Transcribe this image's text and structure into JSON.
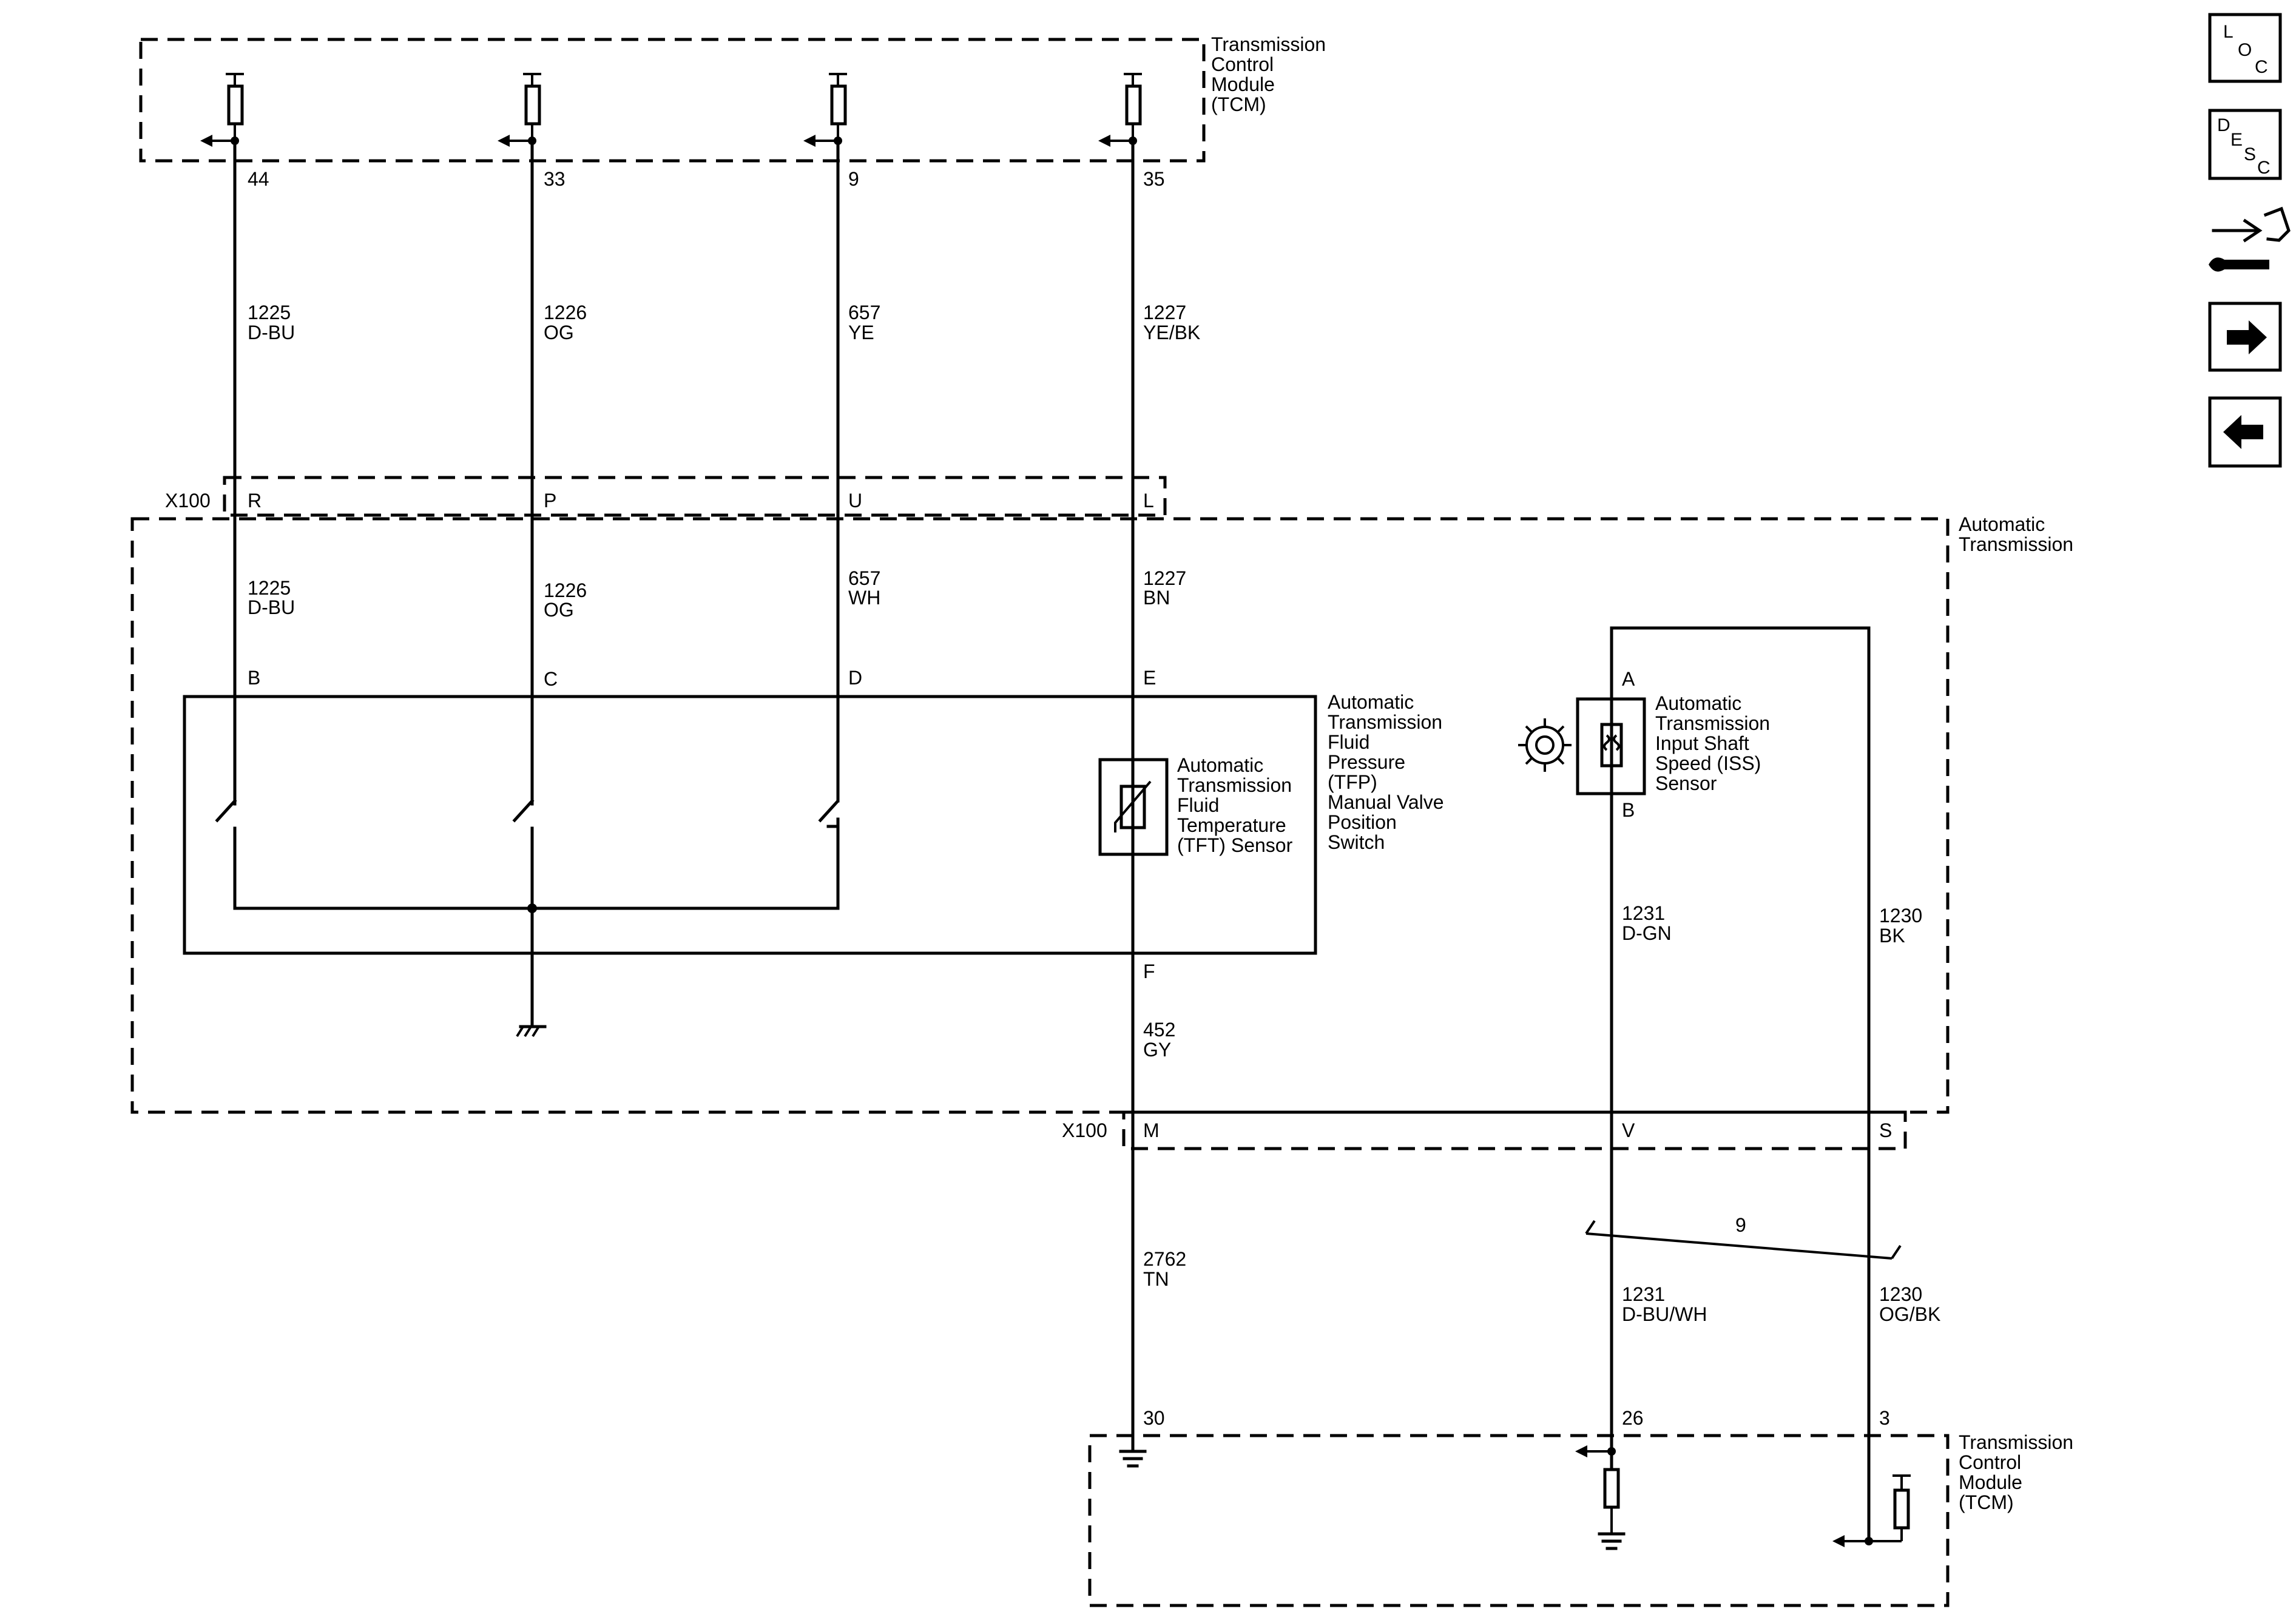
{
  "modules": {
    "tcm_top": {
      "name": [
        "Transmission",
        "Control",
        "Module",
        "(TCM)"
      ]
    },
    "tcm_bottom": {
      "name": [
        "Transmission",
        "Control",
        "Module",
        "(TCM)"
      ]
    },
    "auto_trans": {
      "name": [
        "Automatic",
        "Transmission"
      ]
    },
    "tfp_switch": {
      "name": [
        "Automatic",
        "Transmission",
        "Fluid",
        "Pressure",
        "(TFP)",
        "Manual Valve",
        "Position",
        "Switch"
      ]
    },
    "tft_sensor": {
      "name": [
        "Automatic",
        "Transmission",
        "Fluid",
        "Temperature",
        "(TFT) Sensor"
      ]
    },
    "iss_sensor": {
      "name": [
        "Automatic",
        "Transmission",
        "Input Shaft",
        "Speed (ISS)",
        "Sensor"
      ]
    }
  },
  "connectors": {
    "x100_top": "X100",
    "x100_bottom": "X100"
  },
  "tcm_top_pins": [
    "44",
    "33",
    "9",
    "35"
  ],
  "upper_wires": [
    {
      "circuit": "1225",
      "color": "D-BU"
    },
    {
      "circuit": "1226",
      "color": "OG"
    },
    {
      "circuit": "657",
      "color": "YE"
    },
    {
      "circuit": "1227",
      "color": "YE/BK"
    }
  ],
  "x100_top_pins": [
    "R",
    "P",
    "U",
    "L"
  ],
  "mid_wires": [
    {
      "circuit": "1225",
      "color": "D-BU"
    },
    {
      "circuit": "1226",
      "color": "OG"
    },
    {
      "circuit": "657",
      "color": "WH"
    },
    {
      "circuit": "1227",
      "color": "BN"
    }
  ],
  "switch_pins": [
    "B",
    "C",
    "D",
    "E",
    "F"
  ],
  "gy_wire": {
    "circuit": "452",
    "color": "GY"
  },
  "iss_pins": [
    "A",
    "B"
  ],
  "iss_wires": [
    {
      "circuit": "1231",
      "color": "D-GN"
    },
    {
      "circuit": "1230",
      "color": "BK"
    }
  ],
  "x100_bottom_pins": [
    "M",
    "V",
    "S"
  ],
  "twist_label": "9",
  "lower_wires": [
    {
      "circuit": "2762",
      "color": "TN"
    },
    {
      "circuit": "1231",
      "color": "D-BU/WH"
    },
    {
      "circuit": "1230",
      "color": "OG/BK"
    }
  ],
  "tcm_bottom_pins": [
    "30",
    "26",
    "3"
  ],
  "nav": {
    "loc": [
      "L",
      "O",
      "C"
    ],
    "desc": [
      "D",
      "E",
      "S",
      "C"
    ],
    "icons": [
      "connector-service-icon",
      "next-arrow-icon",
      "previous-arrow-icon"
    ]
  }
}
